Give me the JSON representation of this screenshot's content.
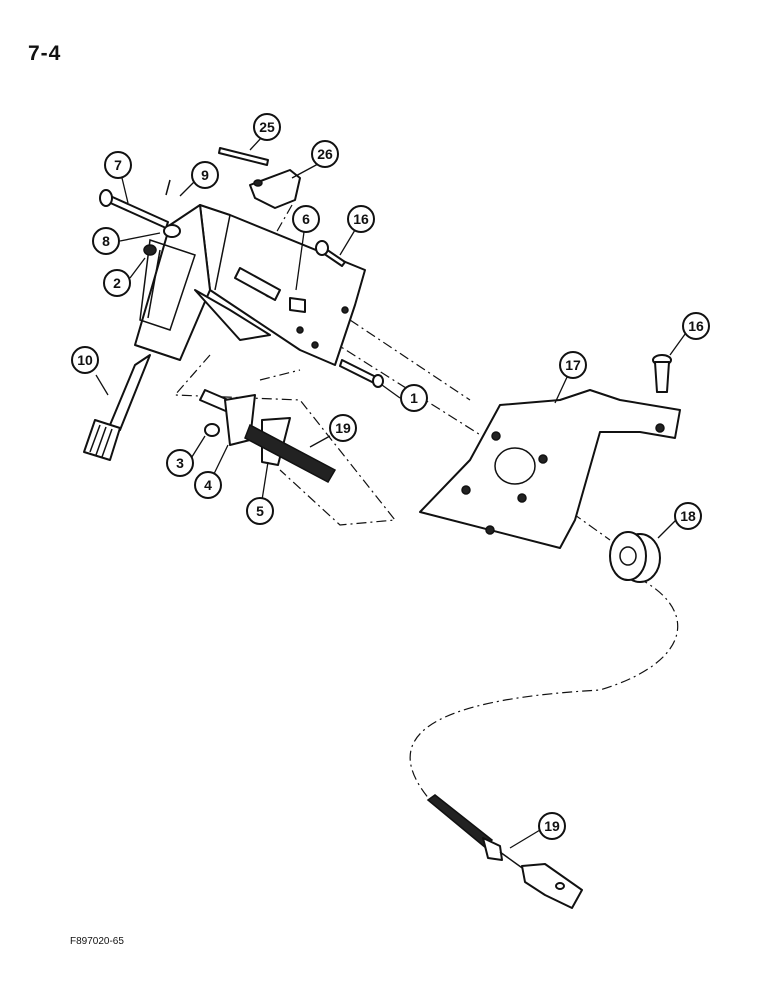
{
  "page_number": "7-4",
  "figure_code": "F897020-65",
  "callouts": [
    {
      "id": "c25",
      "label": "25"
    },
    {
      "id": "c26",
      "label": "26"
    },
    {
      "id": "c7",
      "label": "7"
    },
    {
      "id": "c9",
      "label": "9"
    },
    {
      "id": "c6",
      "label": "6"
    },
    {
      "id": "c16a",
      "label": "16"
    },
    {
      "id": "c8",
      "label": "8"
    },
    {
      "id": "c2",
      "label": "2"
    },
    {
      "id": "c10",
      "label": "10"
    },
    {
      "id": "c1",
      "label": "1"
    },
    {
      "id": "c16b",
      "label": "16"
    },
    {
      "id": "c17",
      "label": "17"
    },
    {
      "id": "c19a",
      "label": "19"
    },
    {
      "id": "c3",
      "label": "3"
    },
    {
      "id": "c4",
      "label": "4"
    },
    {
      "id": "c5",
      "label": "5"
    },
    {
      "id": "c18",
      "label": "18"
    },
    {
      "id": "c19b",
      "label": "19"
    }
  ]
}
